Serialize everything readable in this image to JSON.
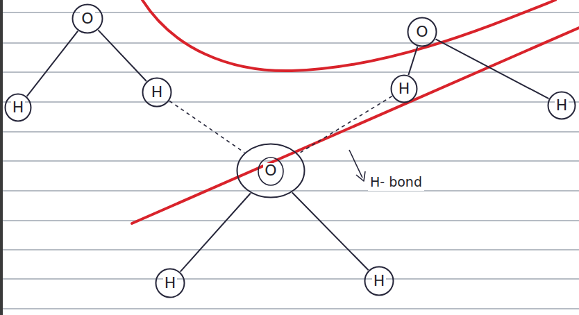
{
  "diagram": {
    "nodes": [
      {
        "text": [
          "O"
        ]
      },
      {
        "text": [
          "O"
        ]
      },
      {
        "text": [
          "H"
        ]
      },
      {
        "text": [
          "H"
        ]
      },
      {
        "text": [
          "H"
        ]
      },
      {
        "text": [
          "H"
        ]
      },
      {
        "text": [
          "O"
        ]
      },
      {
        "text": [
          "H"
        ]
      },
      {
        "text": [
          "H"
        ]
      }
    ],
    "edges": [
      {
        "from": 0,
        "to": 2,
        "arrow": "none"
      },
      {
        "from": 0,
        "to": 3,
        "arrow": "none"
      },
      {
        "from": 1,
        "to": 4,
        "arrow": "none"
      },
      {
        "from": 1,
        "to": 5,
        "arrow": "none"
      },
      {
        "from": 6,
        "to": 7,
        "arrow": "none"
      },
      {
        "from": 6,
        "to": 8,
        "arrow": "none"
      },
      {
        "from": 3,
        "to": 6,
        "arrow": "none"
      },
      {
        "from": 4,
        "to": 6,
        "arrow": "none"
      }
    ],
    "labels": [
      "H- bond"
    ]
  }
}
